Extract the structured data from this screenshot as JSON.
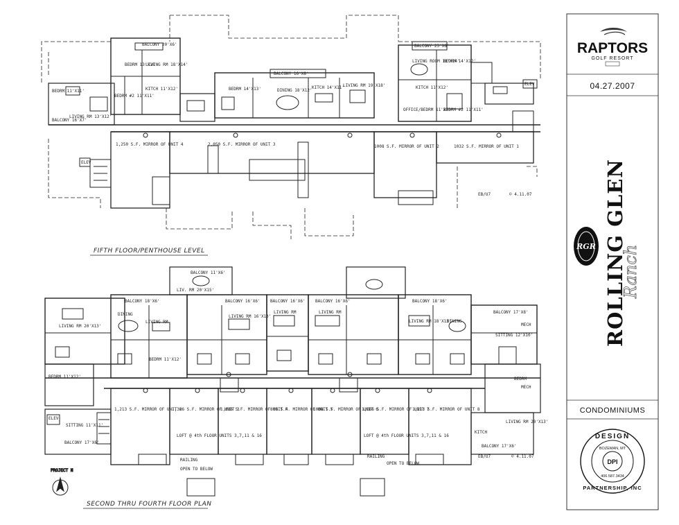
{
  "titleblock": {
    "logo_main": "RAPTORS",
    "logo_sub": "GOLF RESORT",
    "date": "04.27.2007",
    "project_name_1": "ROLLING GLEN",
    "project_name_2": "Ranch",
    "monogram": "RGR",
    "sheet_type": "CONDOMINIUMS",
    "seal_ring_top": "DESIGN",
    "seal_ring_bottom": "PARTNERSHIP, INC",
    "seal_center": "DPI",
    "seal_city": "BOZEMAN, MT",
    "seal_phone": "406.587.3434"
  },
  "fifth_floor": {
    "title": "FIFTH FLOOR/PENTHOUSE LEVEL",
    "initials": "EB/U7",
    "stamp": "© 4.11.07",
    "room_labels": [
      "BALCONY 20'X6'",
      "BEDRM 13'X10'",
      "LIVING RM 18'X14'",
      "BEDRM #2 11'X11'",
      "KITCH 11'X12'",
      "BEDRM 11'X11'",
      "BALCONY 16'X7'",
      "LIVING RM 13'X12'",
      "BALCONY 16'X8'",
      "BEDRM 14'X13'",
      "DINING 18'X12'",
      "KITCH 14'X11'",
      "LIVING RM 19'X18'",
      "BALCONY 23'X6'",
      "LIVING ROOM 18'X14'",
      "BEDRM 14'X12'",
      "KITCH 11'X12'",
      "OFFICE/BEDRM 11'X13'",
      "BEDRM #2 11'X11'",
      "ELEV",
      "ELEV"
    ],
    "mirror_labels": [
      "1,250 S.F. MIRROR OF UNIT 4",
      "2,050 S.F. MIRROR OF UNIT 3",
      "1008 S.F. MIRROR OF UNIT 2",
      "1032 S.F. MIRROR OF UNIT 1"
    ]
  },
  "second_floor": {
    "title": "SECOND THRU FOURTH FLOOR PLAN",
    "north_label": "PROJECT N",
    "initials": "EB/U7",
    "stamp": "© 4.11.07",
    "room_labels": [
      "BALCONY 18'X6'",
      "LIVING RM 20'X13'",
      "DINING",
      "LIVING RM",
      "BEDRM 11'X12'",
      "BALCONY 11'X6'",
      "LIV. RM 20'X15'",
      "BALCONY 16'X6'",
      "LIVING RM 16'X13'",
      "BALCONY 16'X6'",
      "LIVING RM",
      "BALCONY 16'X6'",
      "LIVING RM",
      "BALCONY 18'X6'",
      "LIVING RM 18'X13'",
      "DINING",
      "BALCONY 17'X8'",
      "SITTING 12'X10'",
      "MECH",
      "MECH",
      "BEDRM 11'X12'",
      "SITTING 11'X11'",
      "BALCONY 17'X6'",
      "ELEV",
      "BEDRM",
      "LIVING RM 20'X13'",
      "BALCONY 17'X6'",
      "KITCH"
    ],
    "mirror_labels": [
      "1,213 S.F. MIRROR OF UNIT 2",
      "1,366 S.F. MIRROR OF UNIT 3",
      "1,036 S.F. MIRROR OF UNIT 4",
      "806 S.F. MIRROR OF UNIT 5",
      "1008 S.F. MIRROR OF UNIT 6",
      "1,366 S.F. MIRROR OF UNIT 7",
      "1,213 S.F. MIRROR OF UNIT 8"
    ],
    "loft_labels": [
      "LOFT @ 4th FLOOR UNITS 3,7,11 & 16",
      "LOFT @ 4th FLOOR UNITS 3,7,11 & 16"
    ],
    "railing_labels": [
      "RAILING",
      "OPEN TO BELOW",
      "RAILING",
      "OPEN TO BELOW"
    ]
  }
}
